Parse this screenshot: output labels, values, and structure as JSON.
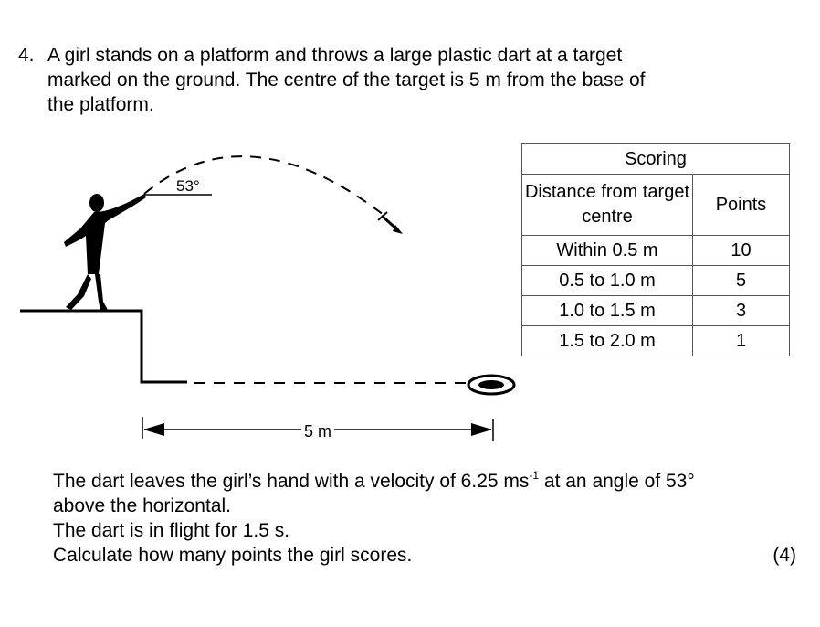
{
  "question": {
    "number": "4.",
    "lines": [
      "A girl stands on a platform and throws a large plastic dart at a target",
      "marked on the ground.  The centre of the target is 5 m from the base of",
      "the platform."
    ]
  },
  "diagram": {
    "angle_label": "53°",
    "distance_label": "5 m"
  },
  "scoring_table": {
    "title": "Scoring",
    "headers": [
      "Distance from target centre",
      "Points"
    ],
    "rows": [
      {
        "distance": "Within 0.5 m",
        "points": "10"
      },
      {
        "distance": "0.5 to 1.0 m",
        "points": "5"
      },
      {
        "distance": "1.0 to 1.5 m",
        "points": "3"
      },
      {
        "distance": "1.5 to 2.0 m",
        "points": "1"
      }
    ]
  },
  "body": {
    "line1_a": "The dart leaves the girl’s hand with a velocity of 6.25 ms",
    "line1_sup": "-1",
    "line1_b": " at an angle of 53°",
    "line2": "above the horizontal.",
    "line3": "The dart is in flight for 1.5 s.",
    "line4": "Calculate how many points the girl scores."
  },
  "marks": "(4)"
}
